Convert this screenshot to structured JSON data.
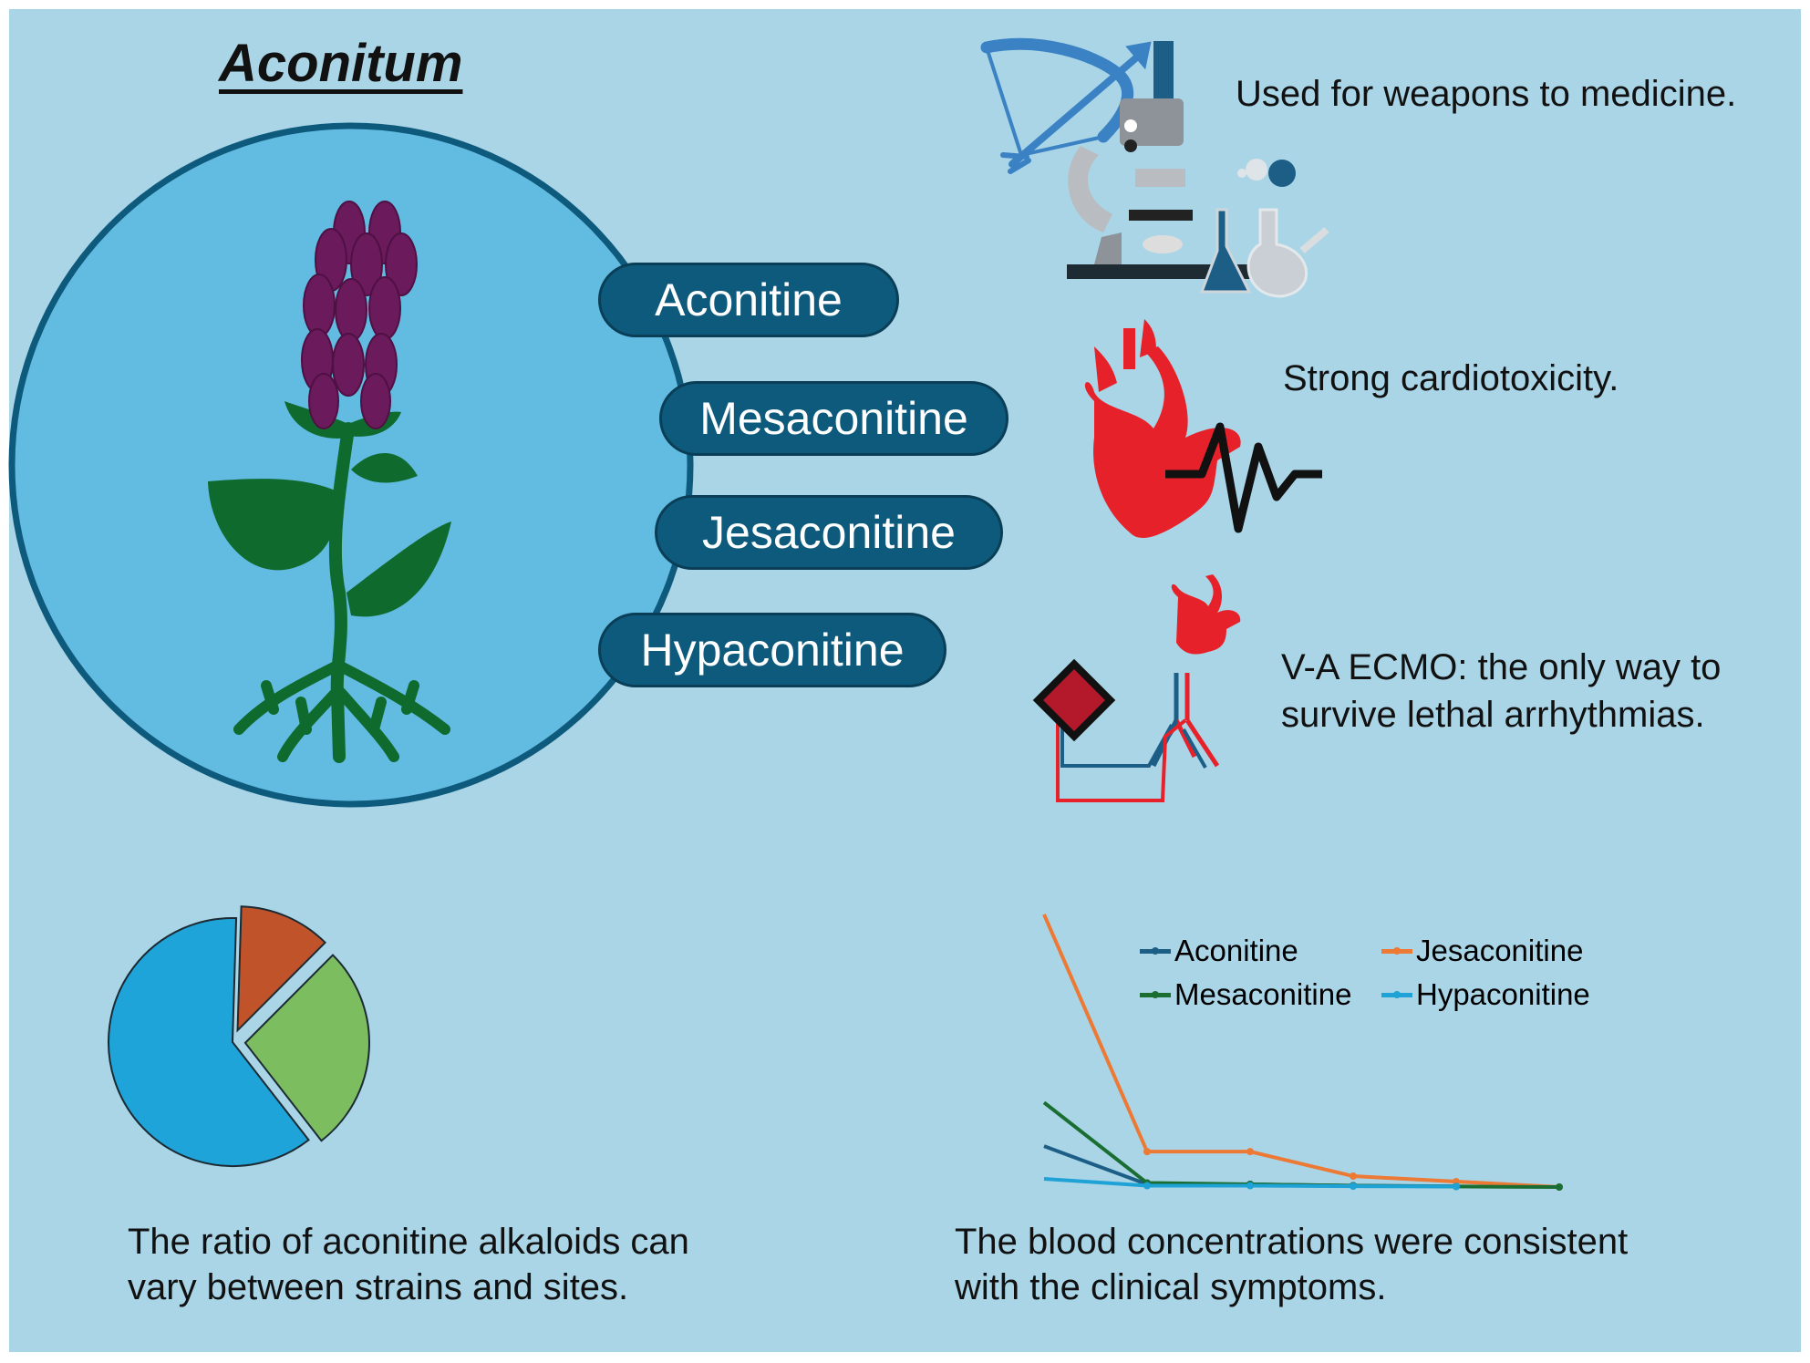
{
  "title": "Aconitum",
  "alkaloids": [
    "Aconitine",
    "Mesaconitine",
    "Jesaconitine",
    "Hypaconitine"
  ],
  "usage_text": "Used for weapons to medicine.",
  "cardio_text": "Strong cardiotoxicity.",
  "ecmo_text": {
    "line1": "V-A ECMO: the only way to",
    "line2": "survive lethal arrhythmias."
  },
  "pie_caption": {
    "line1": "The ratio of aconitine alkaloids can",
    "line2": "vary between strains and sites."
  },
  "line_caption": {
    "line1": "The blood concentrations were consistent",
    "line2": "with the clinical symptoms."
  },
  "colors": {
    "background": "#a9d5e7",
    "circle": "#62bbe1",
    "pill": "#0e5a7c",
    "leaf": "#0f6a2e",
    "flower": "#6b1a5c",
    "heart": "#e62129",
    "aconitine": "#1d5e86",
    "mesaconitine": "#1a6e32",
    "jesaconitine": "#ec7a35",
    "hypaconitine": "#1fa2d6"
  },
  "icons": [
    "plant-icon",
    "bow-arrow-icon",
    "microscope-icon",
    "flask-icon",
    "heart-icon",
    "ecg-wave-icon",
    "ecmo-circuit-icon"
  ],
  "chart_data": [
    {
      "type": "pie",
      "title": "",
      "legend": false,
      "values": [
        12,
        27,
        61
      ],
      "slice_colors": [
        "#c1532a",
        "#7cbd60",
        "#1ea4d8"
      ],
      "exploded": true
    },
    {
      "type": "line",
      "title": "",
      "xlabel": "",
      "ylabel": "",
      "grid": false,
      "legend": "top",
      "x": [
        1,
        2,
        3,
        4,
        5,
        6
      ],
      "ylim": [
        0,
        100
      ],
      "series": [
        {
          "name": "Aconitine",
          "color": "#1d5e86",
          "values": [
            15,
            1,
            1,
            0.5,
            0.3,
            null
          ]
        },
        {
          "name": "Jesaconitine",
          "color": "#ec7a35",
          "values": [
            100,
            13,
            13,
            4,
            2,
            0
          ]
        },
        {
          "name": "Mesaconitine",
          "color": "#1a6e32",
          "values": [
            31,
            1.5,
            1,
            0.5,
            0.2,
            0
          ]
        },
        {
          "name": "Hypaconitine",
          "color": "#1fa2d6",
          "values": [
            3,
            0.5,
            0.5,
            0.3,
            0.2,
            null
          ]
        }
      ]
    }
  ]
}
